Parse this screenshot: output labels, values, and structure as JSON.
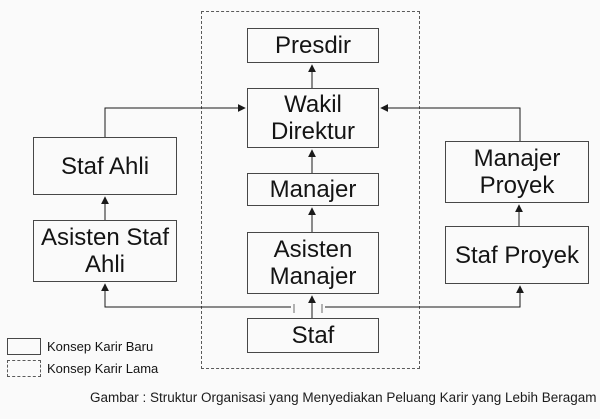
{
  "diagram": {
    "caption": "Gambar : Struktur Organisasi yang Menyediakan Peluang Karir yang Lebih Beragam",
    "nodes": {
      "presdir": {
        "label": "Presdir"
      },
      "wakil_direktur": {
        "lines": [
          "Wakil",
          "Direktur"
        ]
      },
      "manajer": {
        "label": "Manajer"
      },
      "asisten_manajer": {
        "lines": [
          "Asisten",
          "Manajer"
        ]
      },
      "staf": {
        "label": "Staf"
      },
      "staf_ahli": {
        "label": "Staf Ahli"
      },
      "asisten_staf_ahli": {
        "lines": [
          "Asisten Staf",
          "Ahli"
        ]
      },
      "manajer_proyek": {
        "lines": [
          "Manajer",
          "Proyek"
        ]
      },
      "staf_proyek": {
        "label": "Staf Proyek"
      }
    },
    "legend": {
      "items": [
        {
          "swatch": "solid",
          "label": "Konsep Karir Baru"
        },
        {
          "swatch": "dashed",
          "label": "Konsep Karir Lama"
        }
      ]
    },
    "colors": {
      "background": "#fafafa",
      "box_border": "#474747",
      "dashed_border": "#5a5a5a",
      "arrow_line": "#1a1a1a",
      "crossing_stub": "#9a9a9a",
      "text": "#141414"
    }
  }
}
